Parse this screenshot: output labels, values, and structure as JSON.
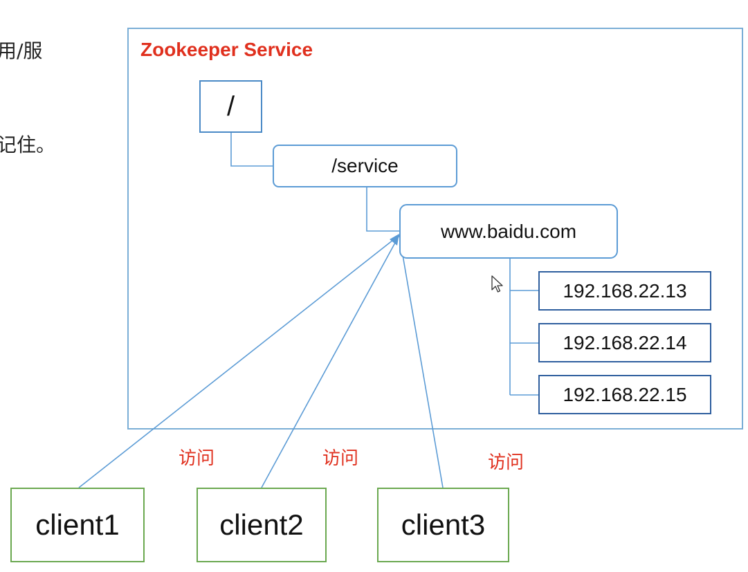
{
  "fragments": {
    "line1": "用/服",
    "line2": "记住。"
  },
  "diagram": {
    "title": "Zookeeper Service",
    "nodes": {
      "root": "/",
      "service": "/service",
      "domain": "www.baidu.com",
      "ips": [
        "192.168.22.13",
        "192.168.22.14",
        "192.168.22.15"
      ]
    },
    "clients": [
      "client1",
      "client2",
      "client3"
    ],
    "edge_label": "访问"
  },
  "colors": {
    "title": "#e0301e",
    "edge_label": "#e0301e",
    "service_border": "#7aaed6",
    "node_border": "#5b9bd5",
    "ip_border": "#2e5e9e",
    "client_border": "#6aa84f",
    "edges": "#5b9bd5"
  }
}
